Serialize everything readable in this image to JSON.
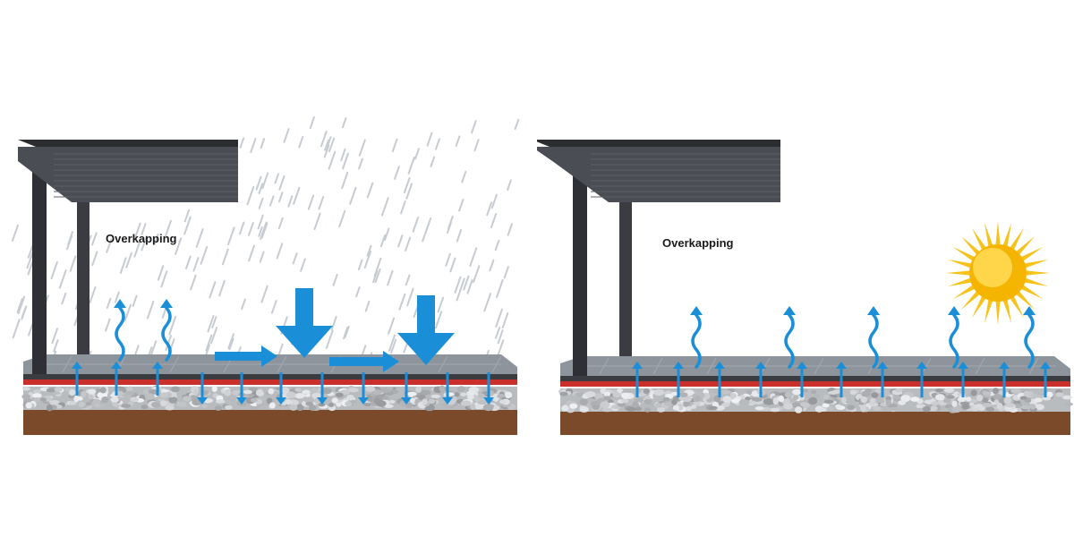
{
  "panels": [
    {
      "id": "rain",
      "weather": "rain",
      "cover_label": "Overkapping"
    },
    {
      "id": "sun",
      "weather": "sun",
      "cover_label": "Overkapping"
    }
  ],
  "colors": {
    "arrow": "#1a8fd8",
    "roof": "#3b3d42",
    "post": "#2e3035",
    "slab": "#8e949b",
    "membrane": "#c9302c",
    "gravel": "#b9bcbf",
    "soil": "#7a4a2a",
    "sun": "#f5b400",
    "rain": "#c7ccd2"
  },
  "icons": [
    "arrow-up-icon",
    "arrow-down-icon",
    "arrow-right-icon",
    "wavy-arrow-icon",
    "sun-icon",
    "rain-icon"
  ]
}
